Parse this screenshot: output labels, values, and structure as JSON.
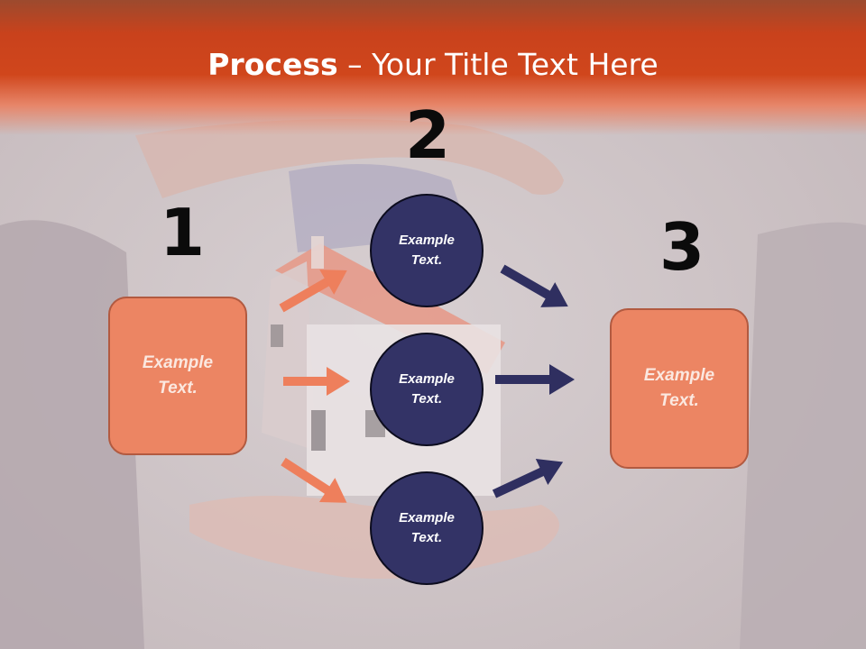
{
  "title": {
    "bold": "Process",
    "rest": " – Your Title Text Here"
  },
  "steps": [
    {
      "number": "1"
    },
    {
      "number": "2"
    },
    {
      "number": "3"
    }
  ],
  "boxes": {
    "left": "Example Text.",
    "right": "Example Text."
  },
  "circles": [
    {
      "text": "Example Text."
    },
    {
      "text": "Example Text."
    },
    {
      "text": "Example Text."
    }
  ],
  "colors": {
    "header": "#d0461c",
    "box_fill": "#ec8563",
    "circle_fill": "#333366",
    "arrow_left": "#ee7f5c",
    "arrow_right": "#2f2f60"
  }
}
